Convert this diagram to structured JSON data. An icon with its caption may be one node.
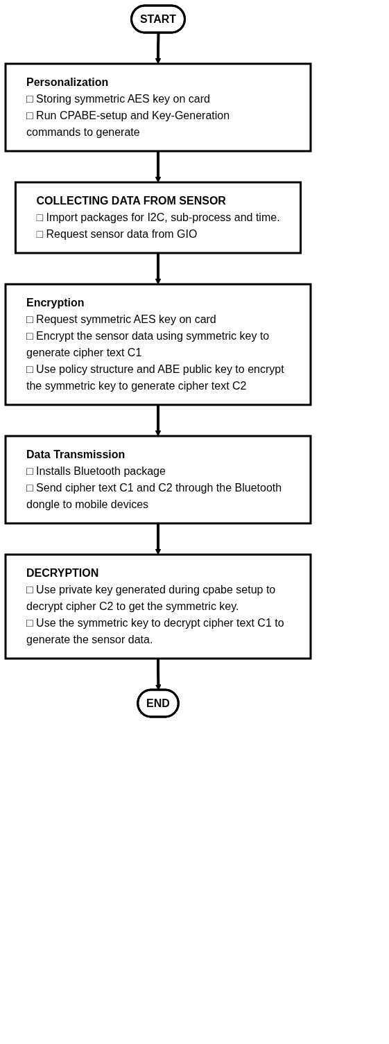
{
  "diagram": {
    "nodes": [
      {
        "text": [
          "START"
        ]
      },
      {
        "text": [
          "Personalization",
          "□ Storing symmetric AES key on card",
          "□ Run CPABE-setup and Key-Generation commands to generate"
        ]
      },
      {
        "text": [
          "COLLECTING DATA FROM SENSOR",
          "□ Import packages for I2C, sub-process and time.",
          "□ Request sensor data from GIO"
        ]
      },
      {
        "text": [
          "Encryption",
          "□ Request symmetric AES key on card",
          "□ Encrypt the sensor data using symmetric key to generate cipher text C1",
          "□ Use policy structure and ABE public key to encrypt the symmetric key to generate cipher text C2"
        ]
      },
      {
        "text": [
          "Data Transmission",
          "□ Installs Bluetooth package",
          "□ Send cipher text C1 and C2 through the Bluetooth dongle to mobile devices"
        ]
      },
      {
        "text": [
          "DECRYPTION",
          "□ Use private key generated during cpabe setup to decrypt cipher C2 to get the symmetric key.",
          "□ Use the symmetric key to decrypt cipher text C1 to generate the sensor data."
        ]
      },
      {
        "text": [
          "END"
        ]
      }
    ],
    "edges": [
      {
        "from": 0,
        "to": 1,
        "arrow": "to"
      },
      {
        "from": 1,
        "to": 2,
        "arrow": "to"
      },
      {
        "from": 2,
        "to": 3,
        "arrow": "to"
      },
      {
        "from": 3,
        "to": 4,
        "arrow": "to"
      },
      {
        "from": 4,
        "to": 5,
        "arrow": "to"
      },
      {
        "from": 5,
        "to": 6,
        "arrow": "to"
      }
    ]
  }
}
